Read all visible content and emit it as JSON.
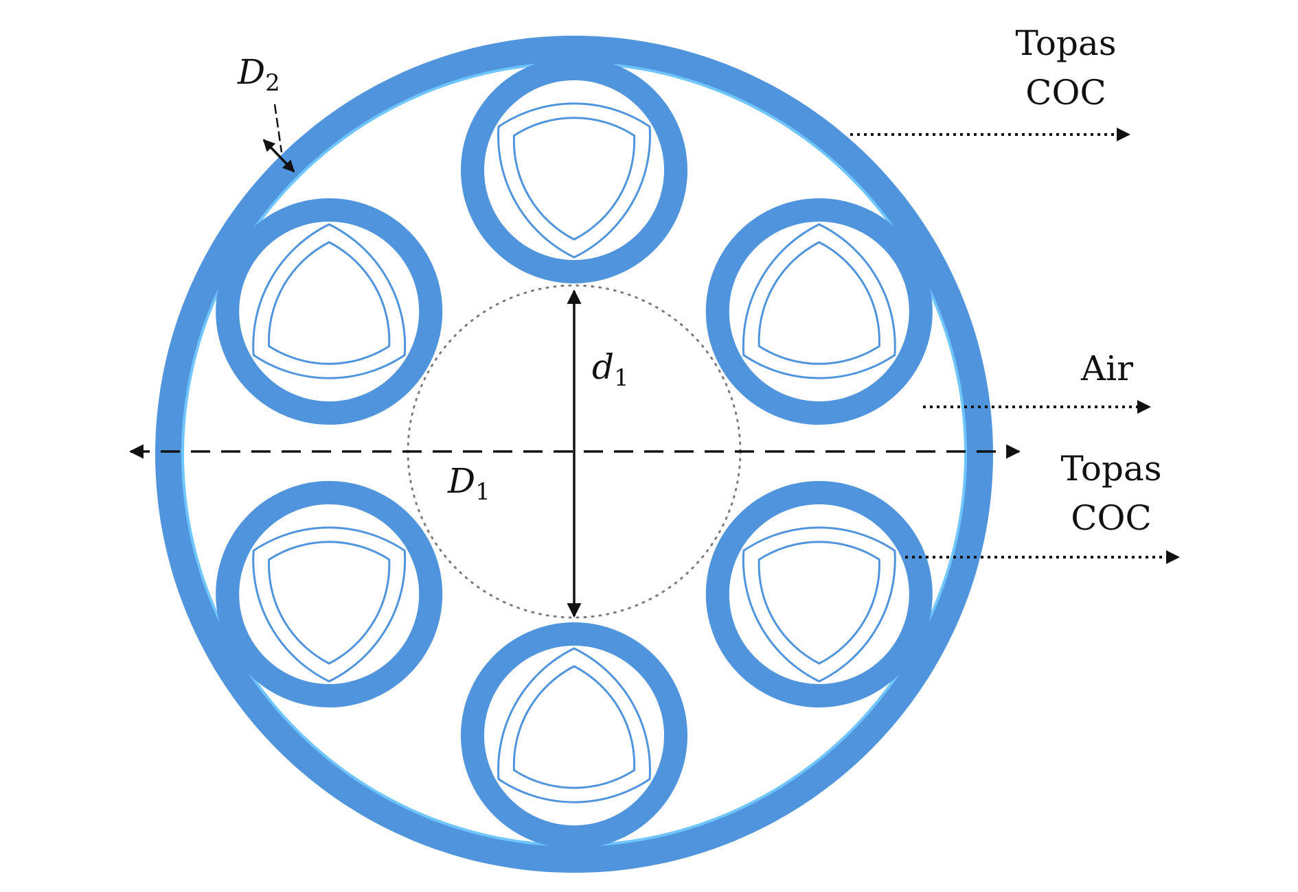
{
  "colors": {
    "material": "#4f94dd",
    "material_edge": "#6fc6ff",
    "air": "#ffffff",
    "ink": "#111111",
    "dotted_circle": "#7a7a7a"
  },
  "labels": {
    "outer_jacket_material_line1": "Topas",
    "outer_jacket_material_line2": "COC",
    "core_medium": "Air",
    "tube_material_line1": "Topas",
    "tube_material_line2": "COC",
    "d1_symbol": "d",
    "d1_subscript": "1",
    "D1_symbol": "D",
    "D1_subscript": "1",
    "D2_symbol": "D",
    "D2_subscript": "2"
  },
  "structure": {
    "tube_count": 6,
    "nested_element": "curved-triangle"
  }
}
